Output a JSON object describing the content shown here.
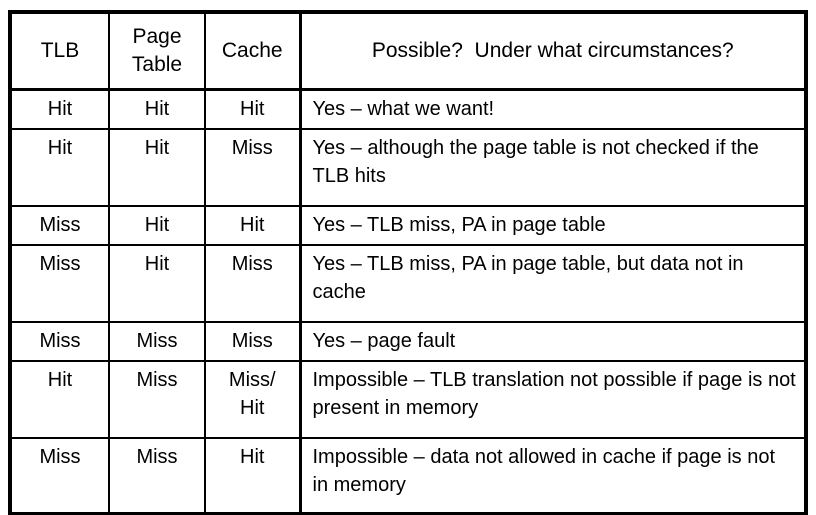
{
  "table": {
    "headers": {
      "tlb": "TLB",
      "page_table": "Page Table",
      "cache": "Cache",
      "possible": "Possible?  Under what circumstances?"
    },
    "rows": [
      {
        "tlb": "Hit",
        "page_table": "Hit",
        "cache": "Hit",
        "possible": "Yes – what we want!"
      },
      {
        "tlb": "Hit",
        "page_table": "Hit",
        "cache": "Miss",
        "possible": "Yes – although the page table is not checked if the TLB hits"
      },
      {
        "tlb": "Miss",
        "page_table": "Hit",
        "cache": "Hit",
        "possible": "Yes – TLB miss, PA in page table"
      },
      {
        "tlb": "Miss",
        "page_table": "Hit",
        "cache": "Miss",
        "possible": "Yes – TLB miss, PA in page table, but data not in cache"
      },
      {
        "tlb": "Miss",
        "page_table": "Miss",
        "cache": "Miss",
        "possible": "Yes – page fault"
      },
      {
        "tlb": "Hit",
        "page_table": "Miss",
        "cache": "Miss/\nHit",
        "possible": "Impossible – TLB translation not possible if page is not present in memory"
      },
      {
        "tlb": "Miss",
        "page_table": "Miss",
        "cache": "Hit",
        "possible": "Impossible – data not allowed in cache if page is not in memory"
      }
    ]
  },
  "colors": {
    "border": "#000000",
    "background": "#ffffff",
    "text": "#000000"
  }
}
